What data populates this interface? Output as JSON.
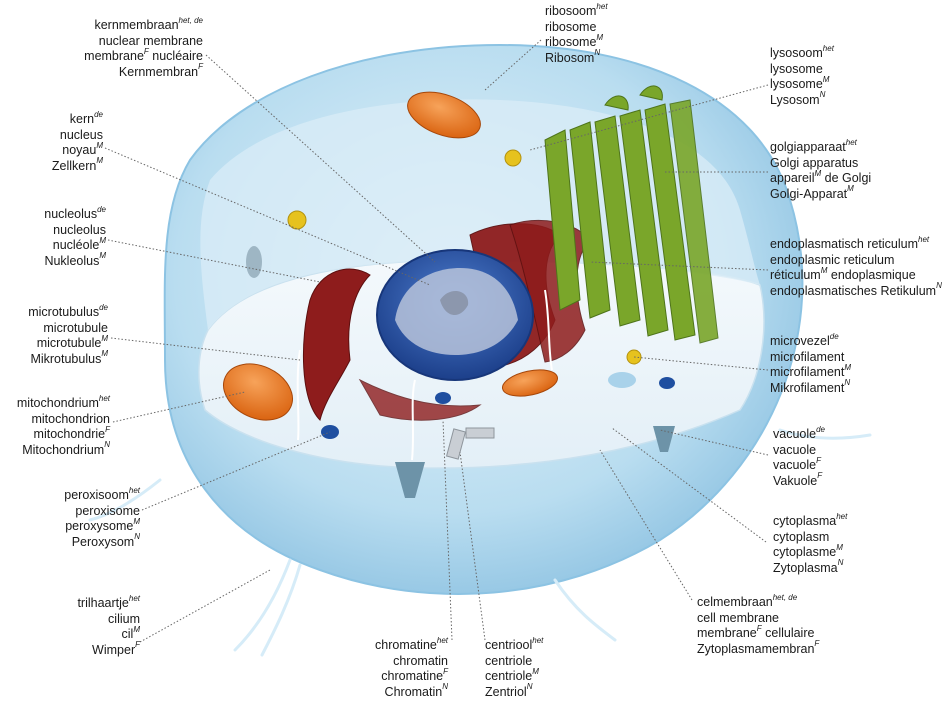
{
  "labels": {
    "kernmembraan": [
      {
        "t": "kernmembraan",
        "s": "het, de"
      },
      {
        "t": "nuclear membrane",
        "s": ""
      },
      {
        "t": "membrane",
        "s": "F",
        "t2": " nucléaire"
      },
      {
        "t": "Kernmembran",
        "s": "F"
      }
    ],
    "kern": [
      {
        "t": "kern",
        "s": "de"
      },
      {
        "t": "nucleus",
        "s": ""
      },
      {
        "t": "noyau",
        "s": "M"
      },
      {
        "t": "Zellkern",
        "s": "M"
      }
    ],
    "nucleolus": [
      {
        "t": "nucleolus",
        "s": "de"
      },
      {
        "t": "nucleolus",
        "s": ""
      },
      {
        "t": "nucléole",
        "s": "M"
      },
      {
        "t": "Nukleolus",
        "s": "M"
      }
    ],
    "microtubulus": [
      {
        "t": "microtubulus",
        "s": "de"
      },
      {
        "t": "microtubule",
        "s": ""
      },
      {
        "t": "microtubule",
        "s": "M"
      },
      {
        "t": "Mikrotubulus",
        "s": "M"
      }
    ],
    "mitochondrium": [
      {
        "t": "mitochondrium",
        "s": "het"
      },
      {
        "t": "mitochondrion",
        "s": ""
      },
      {
        "t": "mitochondrie",
        "s": "F"
      },
      {
        "t": "Mitochondrium",
        "s": "N"
      }
    ],
    "peroxisoom": [
      {
        "t": "peroxisoom",
        "s": "het"
      },
      {
        "t": "peroxisome",
        "s": ""
      },
      {
        "t": "peroxysome",
        "s": "M"
      },
      {
        "t": "Peroxysom",
        "s": "N"
      }
    ],
    "trilhaartje": [
      {
        "t": "trilhaartje",
        "s": "het"
      },
      {
        "t": "cilium",
        "s": ""
      },
      {
        "t": "cil",
        "s": "M"
      },
      {
        "t": "Wimper",
        "s": "F"
      }
    ],
    "chromatine": [
      {
        "t": "chromatine",
        "s": "het"
      },
      {
        "t": "chromatin",
        "s": ""
      },
      {
        "t": "chromatine",
        "s": "F"
      },
      {
        "t": "Chromatin",
        "s": "N"
      }
    ],
    "centriool": [
      {
        "t": "centriool",
        "s": "het"
      },
      {
        "t": "centriole",
        "s": ""
      },
      {
        "t": "centriole",
        "s": "M"
      },
      {
        "t": "Zentriol",
        "s": "N"
      }
    ],
    "ribosoom": [
      {
        "t": "ribosoom",
        "s": "het"
      },
      {
        "t": "ribosome",
        "s": ""
      },
      {
        "t": "ribosome",
        "s": "M"
      },
      {
        "t": "Ribosom",
        "s": "N"
      }
    ],
    "lysosoom": [
      {
        "t": "lysosoom",
        "s": "het"
      },
      {
        "t": "lysosome",
        "s": ""
      },
      {
        "t": "lysosome",
        "s": "M"
      },
      {
        "t": "Lysosom",
        "s": "N"
      }
    ],
    "golgi": [
      {
        "t": "golgiapparaat",
        "s": "het"
      },
      {
        "t": "Golgi apparatus",
        "s": ""
      },
      {
        "t": "appareil",
        "s": "M",
        "t2": " de Golgi"
      },
      {
        "t": "Golgi-Apparat",
        "s": "M"
      }
    ],
    "er": [
      {
        "t": "endoplasmatisch reticulum",
        "s": "het"
      },
      {
        "t": "endoplasmic reticulum",
        "s": ""
      },
      {
        "t": "réticulum",
        "s": "M",
        "t2": " endoplasmique"
      },
      {
        "t": "endoplasmatisches Retikulum",
        "s": "N"
      }
    ],
    "microvezel": [
      {
        "t": "microvezel",
        "s": "de"
      },
      {
        "t": "microfilament",
        "s": ""
      },
      {
        "t": "microfilament",
        "s": "M"
      },
      {
        "t": "Mikrofilament",
        "s": "N"
      }
    ],
    "vacuole": [
      {
        "t": "vacuole",
        "s": "de"
      },
      {
        "t": "vacuole",
        "s": ""
      },
      {
        "t": "vacuole",
        "s": "F"
      },
      {
        "t": "Vakuole",
        "s": "F"
      }
    ],
    "cytoplasma": [
      {
        "t": "cytoplasma",
        "s": "het"
      },
      {
        "t": "cytoplasm",
        "s": ""
      },
      {
        "t": "cytoplasme",
        "s": "M"
      },
      {
        "t": "Zytoplasma",
        "s": "N"
      }
    ],
    "celmembraan": [
      {
        "t": "celmembraan",
        "s": "het, de"
      },
      {
        "t": "cell membrane",
        "s": ""
      },
      {
        "t": "membrane",
        "s": "F",
        "t2": " cellulaire"
      },
      {
        "t": "Zytoplasmamembran",
        "s": "F"
      }
    ]
  },
  "colors": {
    "cell_fill": "#bfe0f2",
    "cell_edge": "#8cc3e3",
    "cut_surface": "#eef6fb",
    "nucleus": "#2a55a8",
    "mitochondria": "#e8761c",
    "er_rough": "#8e1c1c",
    "golgi": "#7aa62a",
    "lysosome": "#e6c21e"
  }
}
